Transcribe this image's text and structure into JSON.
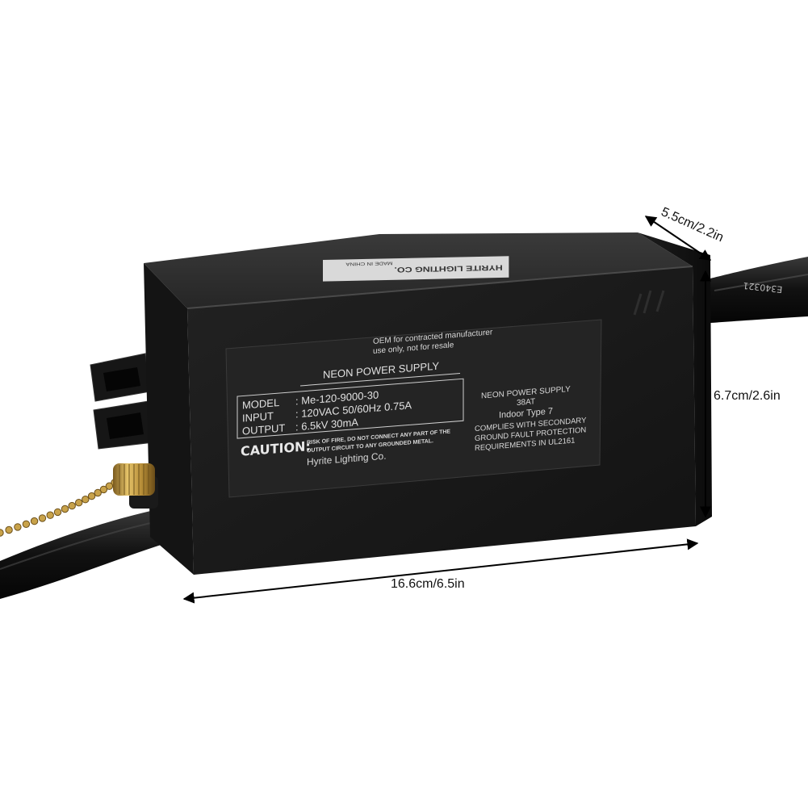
{
  "dimensions": {
    "depth": "5.5cm/2.2in",
    "height": "6.7cm/2.6in",
    "length": "16.6cm/6.5in"
  },
  "top_sticker": {
    "company": "HYRITE LIGHTING CO.",
    "origin": "MADE IN CHINA"
  },
  "cable_print": "E340321",
  "label": {
    "oem_line1": "OEM for contracted manufacturer",
    "oem_line2": "use only, not for resale",
    "title": "NEON POWER SUPPLY",
    "model_key": "MODEL",
    "model_value": ": Me-120-9000-30",
    "input_key": "INPUT",
    "input_value": ": 120VAC  50/60Hz  0.75A",
    "output_key": "OUTPUT",
    "output_value": ": 6.5kV  30mA",
    "caution": "CAUTION:",
    "warning_line1": "RISK OF FIRE, DO NOT CONNECT ANY PART OF THE",
    "warning_line2": "OUTPUT CIRCUIT TO ANY GROUNDED METAL.",
    "maker": "Hyrite Lighting Co.",
    "right_title": "NEON POWER SUPPLY",
    "right_code": "38AT",
    "right_type": "Indoor Type 7",
    "compliance_line1": "COMPLIES WITH SECONDARY",
    "compliance_line2": "GROUND FAULT PROTECTION",
    "compliance_line3": "REQUIREMENTS IN UL2161"
  },
  "colors": {
    "background": "#ffffff",
    "case_front": "#191919",
    "case_top": "#2c2c2c",
    "case_side": "#111111",
    "label_panel": "#262626",
    "label_text": "#d8d8d8",
    "brass": "#c8a24a",
    "arrow": "#000000"
  },
  "icons": [
    "pull-chain",
    "brass-switch-knob",
    "power-cord",
    "output-cable",
    "mounting-tab"
  ]
}
